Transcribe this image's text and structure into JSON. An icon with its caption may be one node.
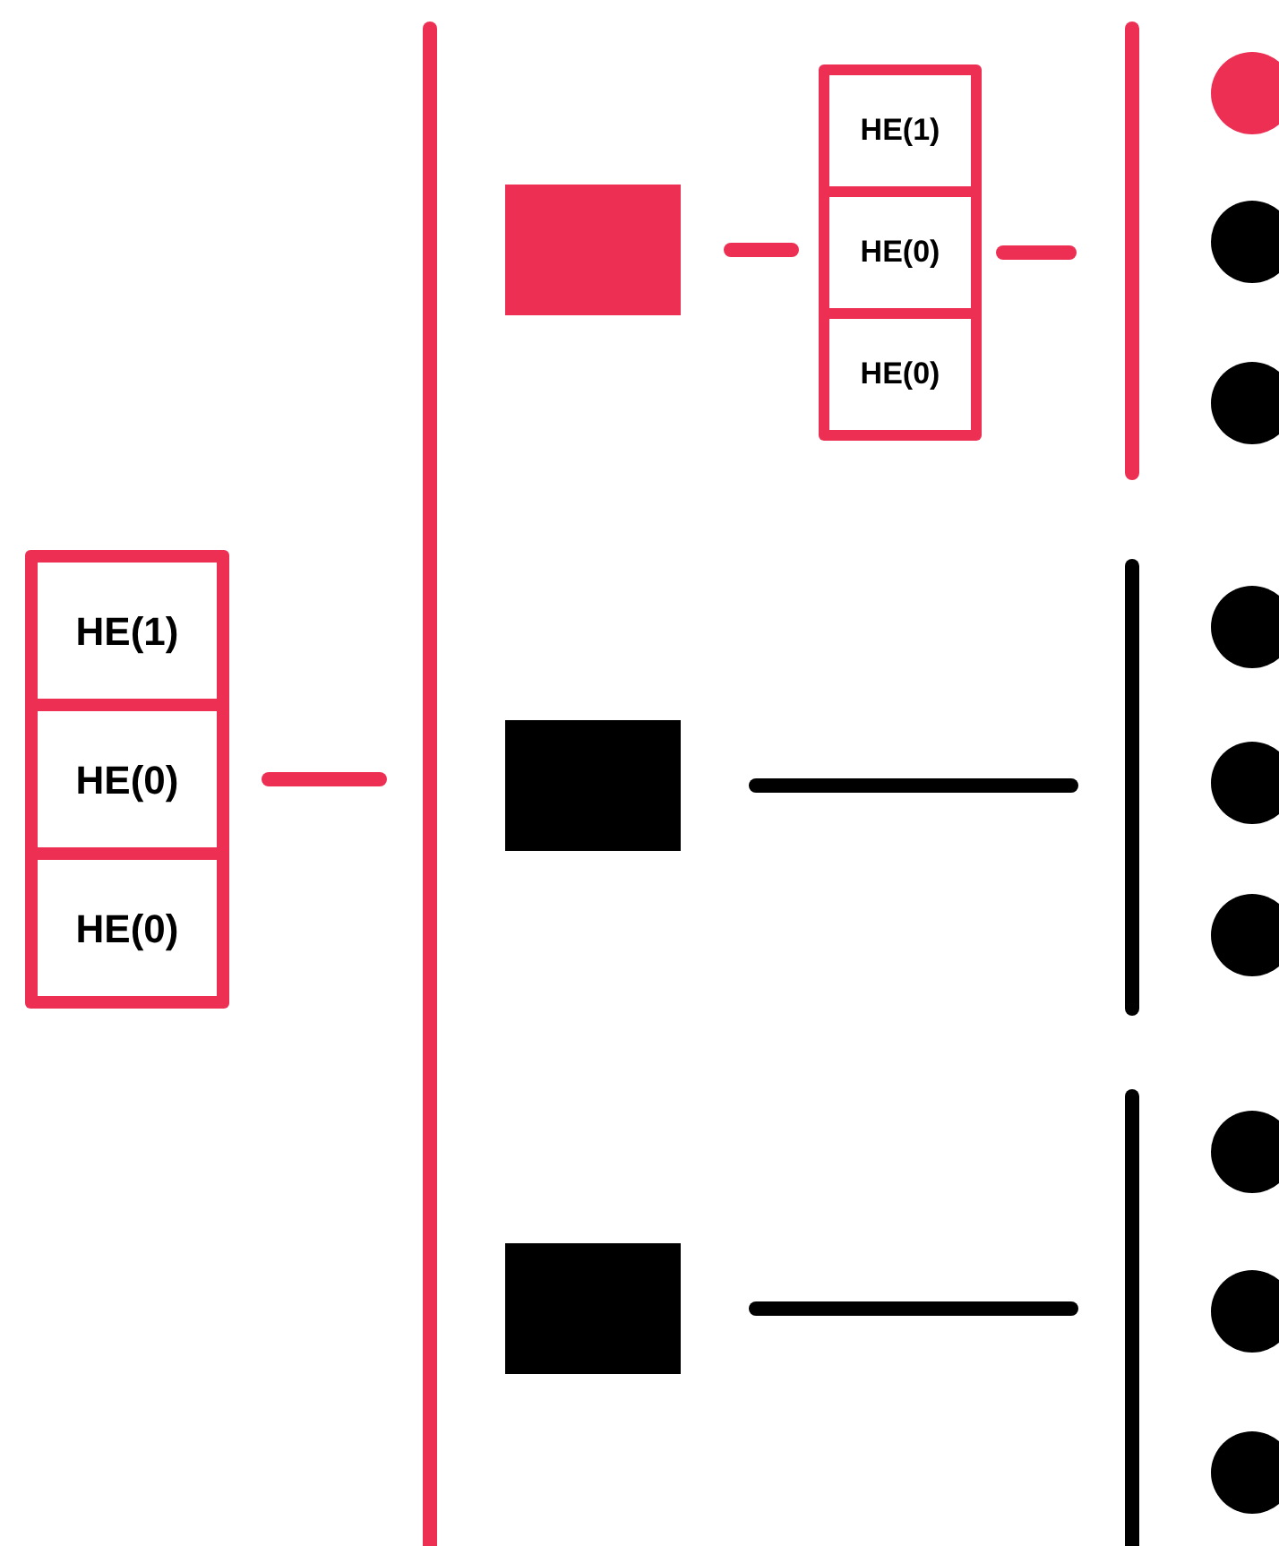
{
  "diagram": {
    "nodes": [
      {
        "text": [],
        "shape": "box"
      },
      {
        "text": [
          "HE(1)"
        ],
        "in": 0
      },
      {
        "text": [
          "HE(0)"
        ],
        "in": 0
      },
      {
        "text": [
          "HE(0)"
        ],
        "in": 0
      },
      {
        "text": [],
        "shape": "bar"
      },
      {
        "text": [],
        "shape": "box"
      },
      {
        "text": [],
        "shape": "box"
      },
      {
        "text": [],
        "shape": "box"
      },
      {
        "text": [],
        "shape": "box"
      },
      {
        "text": [
          "HE(1)"
        ],
        "in": 8
      },
      {
        "text": [
          "HE(0)"
        ],
        "in": 8
      },
      {
        "text": [
          "HE(0)"
        ],
        "in": 8
      },
      {
        "text": [],
        "shape": "bar"
      },
      {
        "text": [],
        "shape": "bar"
      },
      {
        "text": [],
        "shape": "bar"
      },
      {
        "text": [],
        "shape": "circle"
      },
      {
        "text": [],
        "shape": "circle"
      },
      {
        "text": [],
        "shape": "circle"
      },
      {
        "text": [],
        "shape": "circle"
      },
      {
        "text": [],
        "shape": "circle"
      },
      {
        "text": [],
        "shape": "circle"
      },
      {
        "text": [],
        "shape": "circle"
      },
      {
        "text": [],
        "shape": "circle"
      },
      {
        "text": [],
        "shape": "circle"
      }
    ],
    "edges": [
      {
        "from": 0,
        "to": 4,
        "arrow": "none"
      },
      {
        "from": 5,
        "to": 8,
        "arrow": "none"
      },
      {
        "from": 8,
        "to": 12,
        "arrow": "none"
      },
      {
        "from": 6,
        "to": 13,
        "arrow": "none",
        "color": "#000000"
      },
      {
        "from": 7,
        "to": 14,
        "arrow": "none",
        "color": "#000000"
      }
    ]
  }
}
